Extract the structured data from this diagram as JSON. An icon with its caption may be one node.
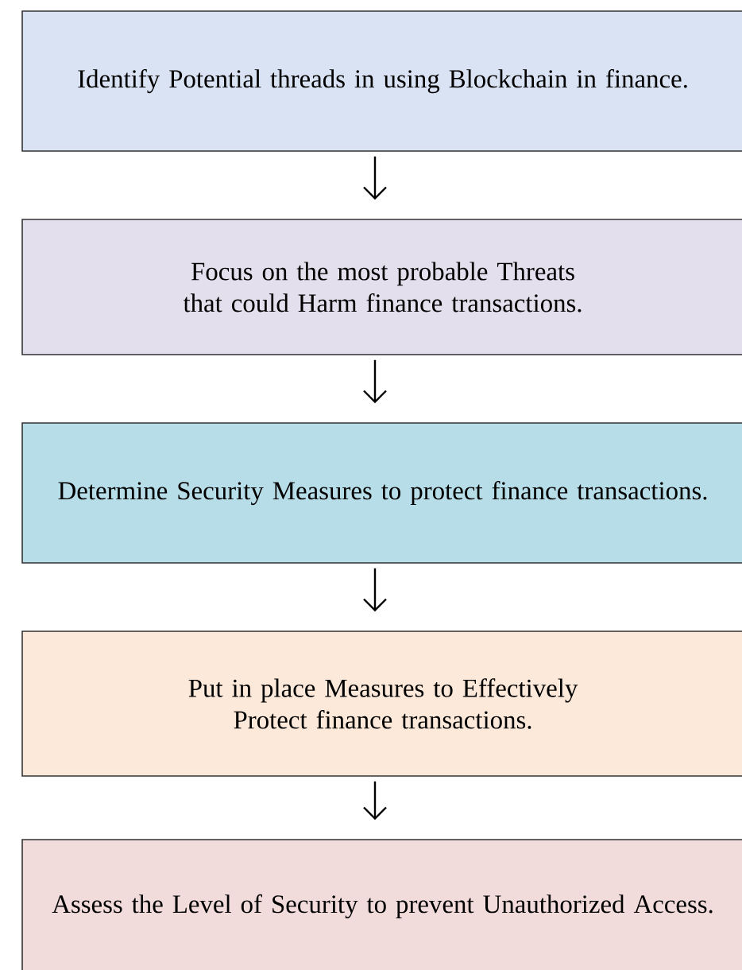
{
  "diagram": {
    "nodes": [
      {
        "text": [
          "Identify Potential threads in using Blockchain in finance."
        ]
      },
      {
        "text": [
          "Focus on the most probable Threats that could Harm finance transactions."
        ]
      },
      {
        "text": [
          "Determine Security Measures to protect finance transactions."
        ]
      },
      {
        "text": [
          "Put in place Measures to Effectively Protect finance transactions."
        ]
      },
      {
        "text": [
          "Assess the Level of Security to prevent Unauthorized Access."
        ]
      }
    ],
    "edges": [
      {
        "from": 0,
        "to": 1,
        "arrow": "to"
      },
      {
        "from": 1,
        "to": 2,
        "arrow": "to"
      },
      {
        "from": 2,
        "to": 3,
        "arrow": "to"
      },
      {
        "from": 3,
        "to": 4,
        "arrow": "to"
      }
    ]
  }
}
